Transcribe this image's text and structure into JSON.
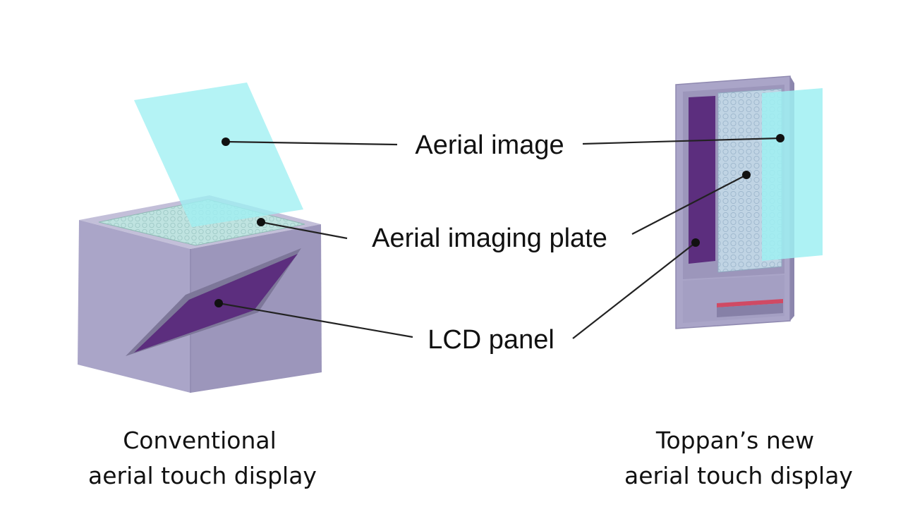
{
  "callouts": {
    "aerial_image": "Aerial image",
    "aerial_imaging_plate": "Aerial imaging plate",
    "lcd_panel": "LCD panel"
  },
  "captions": {
    "conventional": {
      "line1": "Conventional",
      "line2": "aerial touch display"
    },
    "toppan": {
      "line1": "Toppan’s new",
      "line2": "aerial touch display"
    }
  },
  "colors": {
    "housing_light": "#b0abcc",
    "housing_mid": "#9f99bd",
    "housing_dark": "#8c86ad",
    "lcd_panel": "#5c2e7e",
    "aerial_image": "#a8f0f2",
    "imaging_plate": "#b7dedb",
    "accent_strip": "#d04a64"
  }
}
